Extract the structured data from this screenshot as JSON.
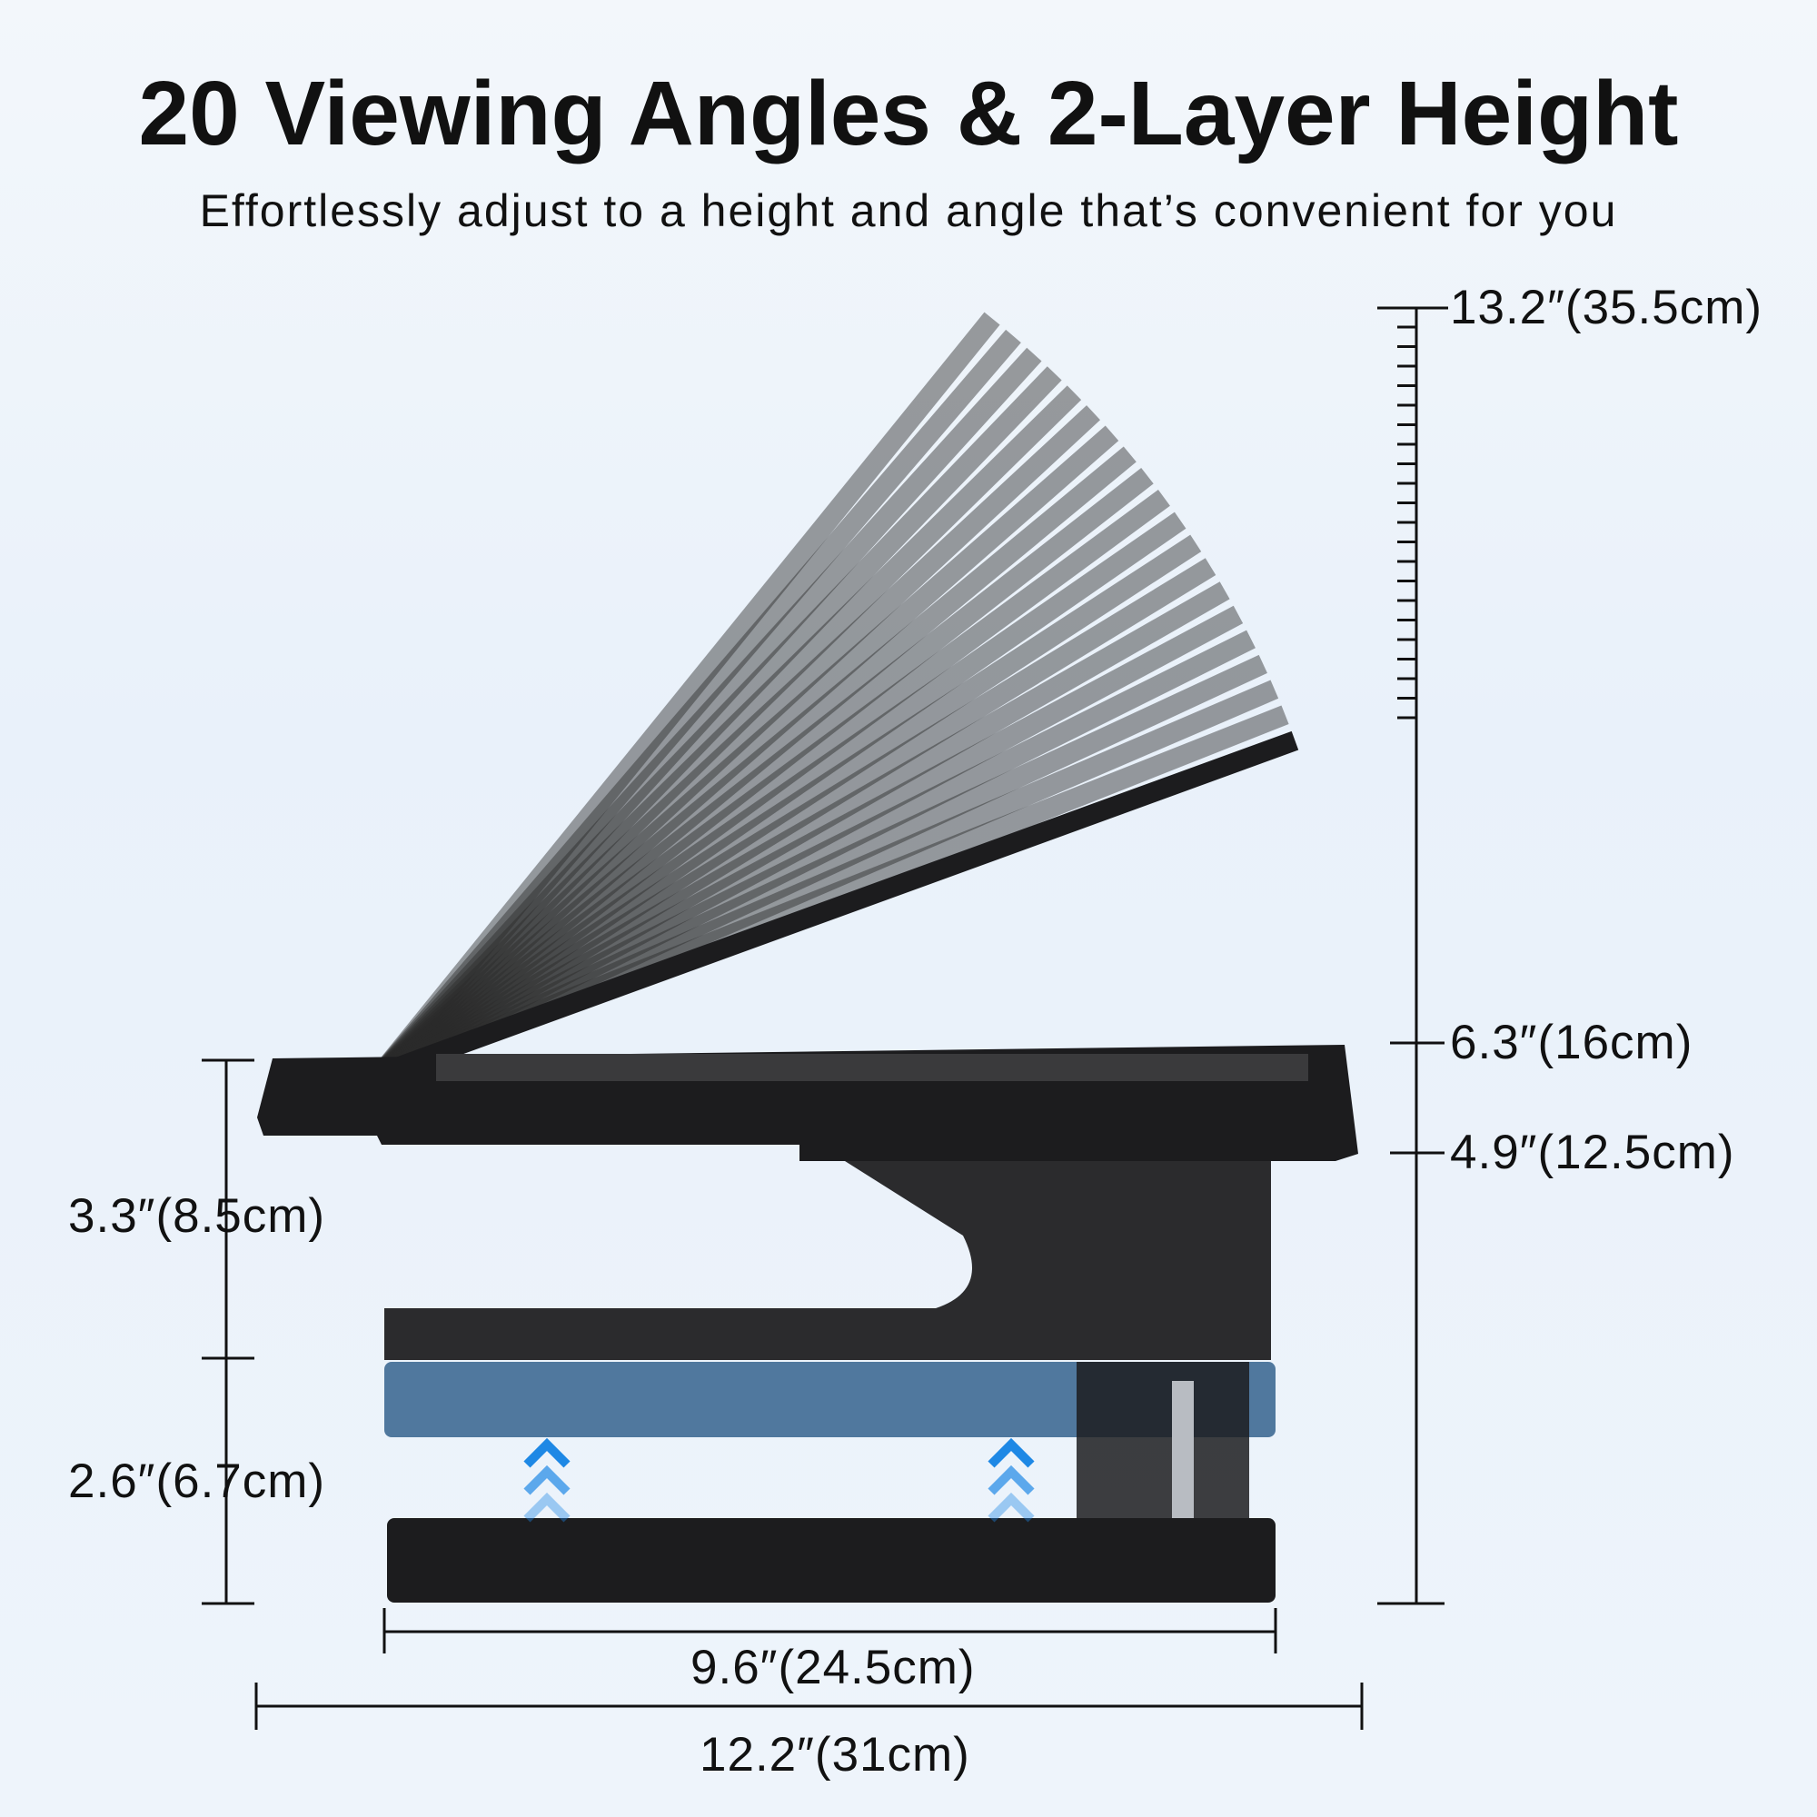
{
  "header": {
    "title": "20 Viewing Angles & 2-Layer Height",
    "subtitle": "Effortlessly adjust to a height and angle that’s convenient for you"
  },
  "dimensions": {
    "max_height": "13.2″(35.5cm)",
    "height_mid": "6.3″(16cm)",
    "height_low": "4.9″(12.5cm)",
    "upper_layer": "3.3″(8.5cm)",
    "lower_layer": "2.6″(6.7cm)",
    "base_width": "9.6″(24.5cm)",
    "total_width": "12.2″(31cm)"
  },
  "product": {
    "angle_count": 20,
    "colors": {
      "body": "#1c1c1e",
      "panel_ghost": "#2a2a2a",
      "layer_highlight": "#3f6a93",
      "arrow": "#1e88e5"
    }
  }
}
